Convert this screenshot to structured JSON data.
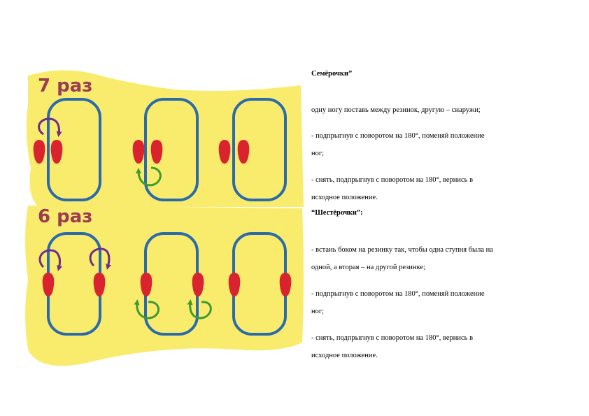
{
  "figure": {
    "panel_top_label": "7 раз",
    "panel_bottom_label": "6 раз",
    "colors": {
      "background": "#f9ec6c",
      "rope": "#2b6bab",
      "foot": "#d9232f",
      "arrow_purple": "#6f2c8c",
      "arrow_green": "#3f9a32",
      "label": "#9b3b54"
    }
  },
  "text": {
    "heading1": "Семёрочки”",
    "p1": "одну ногу поставь между резинок, другую – снаружи;",
    "p2_l1": "- подпрыгнув с поворотом на 180°, поменяй положение",
    "p2_l2": "ног;",
    "p3_l1": "- снять, подпрыгнув с поворотом на 180°, вернись в",
    "p3_l2": "исходное положение.",
    "heading2": "“Шестёрочки”:",
    "p4_l1": "- встань боком на резинку так, чтобы одна ступня была на",
    "p4_l2": "одной, а вторая – на другой резинке;",
    "p5_l1": "- подпрыгнув с поворотом на 180°, поменяй положение",
    "p5_l2": "ног;",
    "p6_l1": "- снять, подпрыгнув с поворотом на 180°, вернись в",
    "p6_l2": "исходное положение."
  }
}
